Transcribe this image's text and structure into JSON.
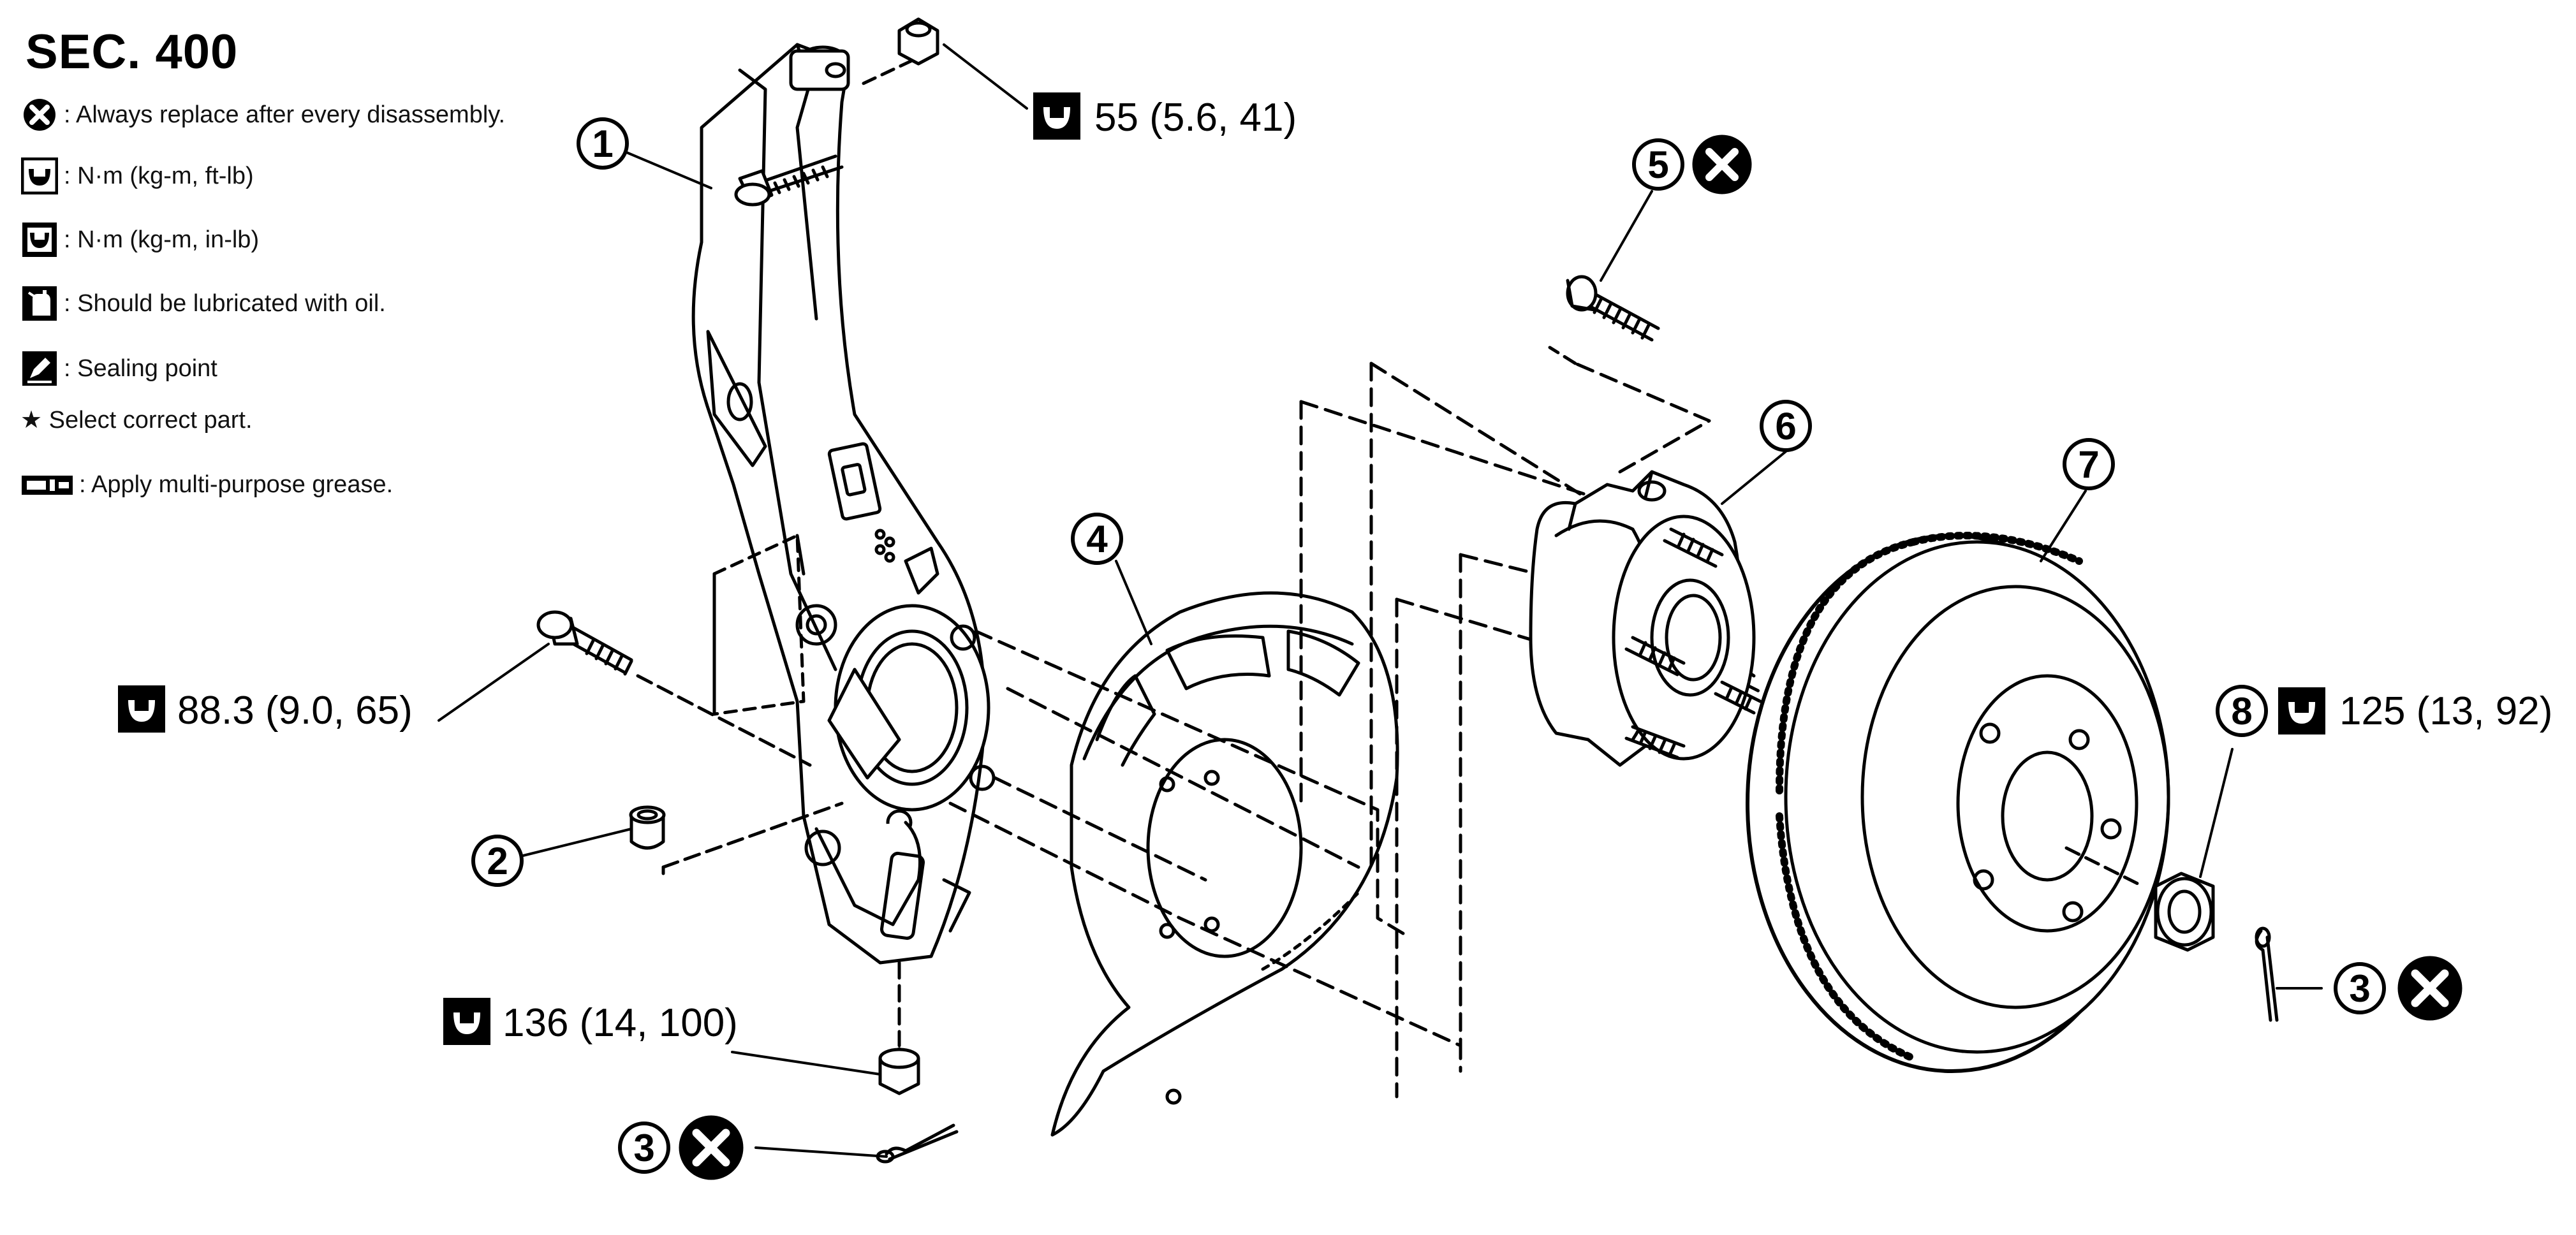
{
  "section": "SEC. 400",
  "legend": [
    {
      "icon": "always-replace-icon",
      "text": ": Always replace after every disassembly."
    },
    {
      "icon": "torque-ft-lb-icon",
      "text": ": N·m (kg-m, ft-lb)"
    },
    {
      "icon": "torque-in-lb-icon",
      "text": ": N·m (kg-m, in-lb)"
    },
    {
      "icon": "oil-can-icon",
      "text": ": Should be lubricated with oil."
    },
    {
      "icon": "sealing-point-icon",
      "text": ": Sealing point"
    },
    {
      "icon": "star-icon",
      "text": "★ Select correct part."
    },
    {
      "icon": "grease-gun-icon",
      "text": ": Apply multi-purpose grease."
    }
  ],
  "callouts": [
    {
      "number": "1"
    },
    {
      "number": "2"
    },
    {
      "number": "3"
    },
    {
      "number": "3"
    },
    {
      "number": "4"
    },
    {
      "number": "5"
    },
    {
      "number": "6"
    },
    {
      "number": "7"
    },
    {
      "number": "8"
    }
  ],
  "torques": [
    {
      "text": "55 (5.6, 41)"
    },
    {
      "text": "88.3 (9.0, 65)"
    },
    {
      "text": "136 (14, 100)"
    },
    {
      "text": "125 (13, 92)"
    }
  ],
  "colors": {
    "ink": "#000000",
    "paper": "#ffffff",
    "grey_line": "#333333"
  }
}
